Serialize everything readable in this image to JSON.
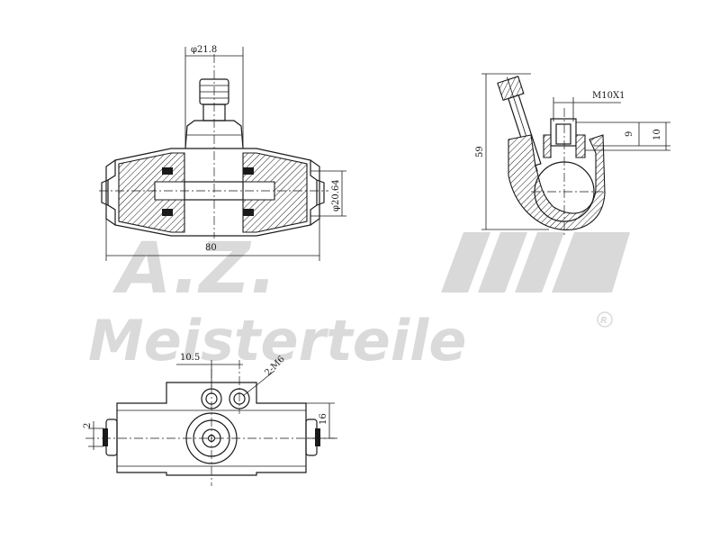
{
  "watermark": {
    "initials": "A.Z.",
    "brand": "Meisterteile",
    "registered": "R"
  },
  "dimensions": {
    "top_left": {
      "diameter_top": "φ21.8",
      "diameter_right": "φ20.64",
      "width": "80"
    },
    "top_right": {
      "thread": "M10X1",
      "height": "59",
      "dim_9": "9",
      "dim_10": "10"
    },
    "bottom": {
      "dim_10_5": "10.5",
      "holes": "2-M6",
      "dim_2": "2",
      "dim_16": "16"
    }
  },
  "colors": {
    "line": "#1a1a1a",
    "watermark": "#d9d9d9"
  }
}
